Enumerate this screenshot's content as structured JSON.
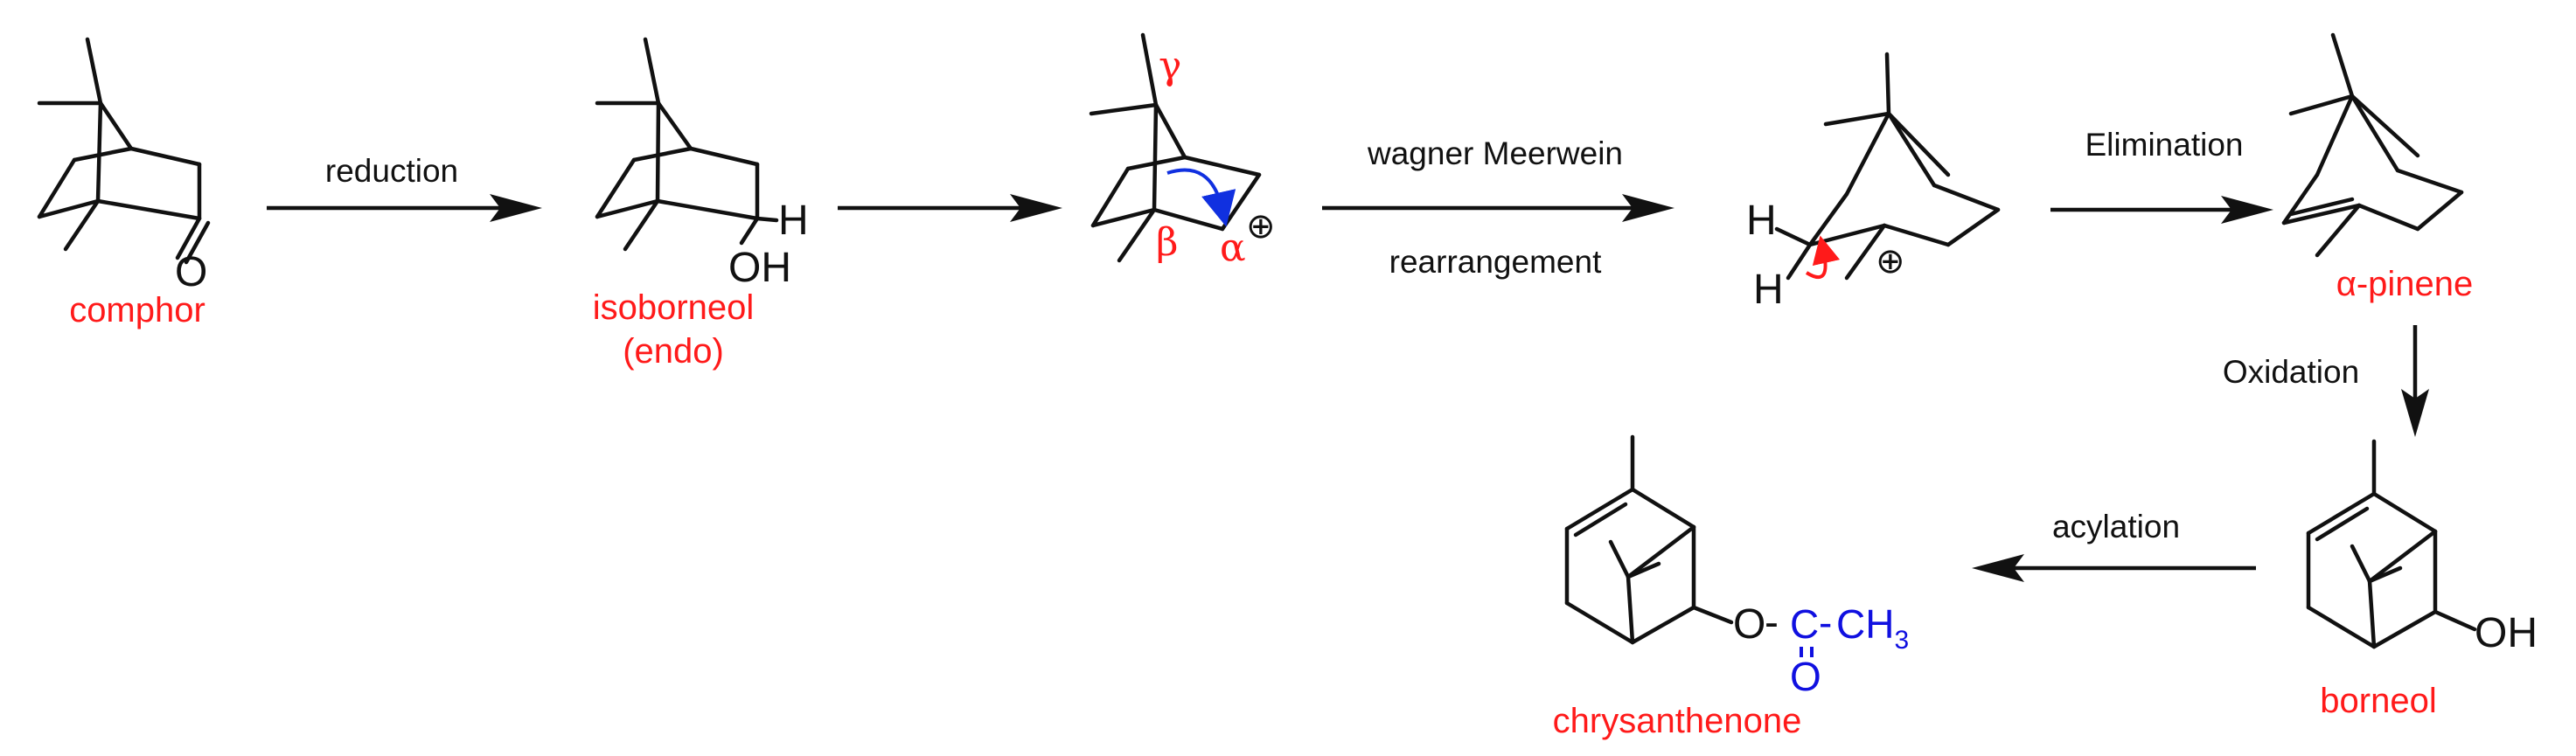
{
  "compounds": {
    "camphor": {
      "name": "comphor",
      "atom_O": "O"
    },
    "isoborneol": {
      "name_line1": "isoborneol",
      "name_line2": "(endo)",
      "atom_H": "H",
      "atom_OH": "OH"
    },
    "carbocation1": {
      "gamma": "γ",
      "beta": "β",
      "alpha": "α",
      "charge": "⊕"
    },
    "carbocation2": {
      "atom_H1": "H",
      "atom_H2": "H",
      "charge": "⊕"
    },
    "alpha_pinene": {
      "name": "α-pinene"
    },
    "borneol": {
      "name": "borneol",
      "atom_OH": "OH"
    },
    "chrysanthenone": {
      "name": "chrysanthenone",
      "atom_O": "O",
      "dash1": "-",
      "atom_C": "C",
      "dash2": "-",
      "atom_CH": "CH",
      "subscript": "3",
      "carbonyl_O": "O"
    }
  },
  "reactions": {
    "reduction": "reduction",
    "wagner_line1": "wagner  Meerwein",
    "wagner_line2": "rearrangement",
    "elimination": "Elimination",
    "oxidation": "Oxidation",
    "acylation": "acylation"
  },
  "colors": {
    "bonds": "#111111",
    "names": "#ff1a1a",
    "acetyl": "#1010e0"
  }
}
